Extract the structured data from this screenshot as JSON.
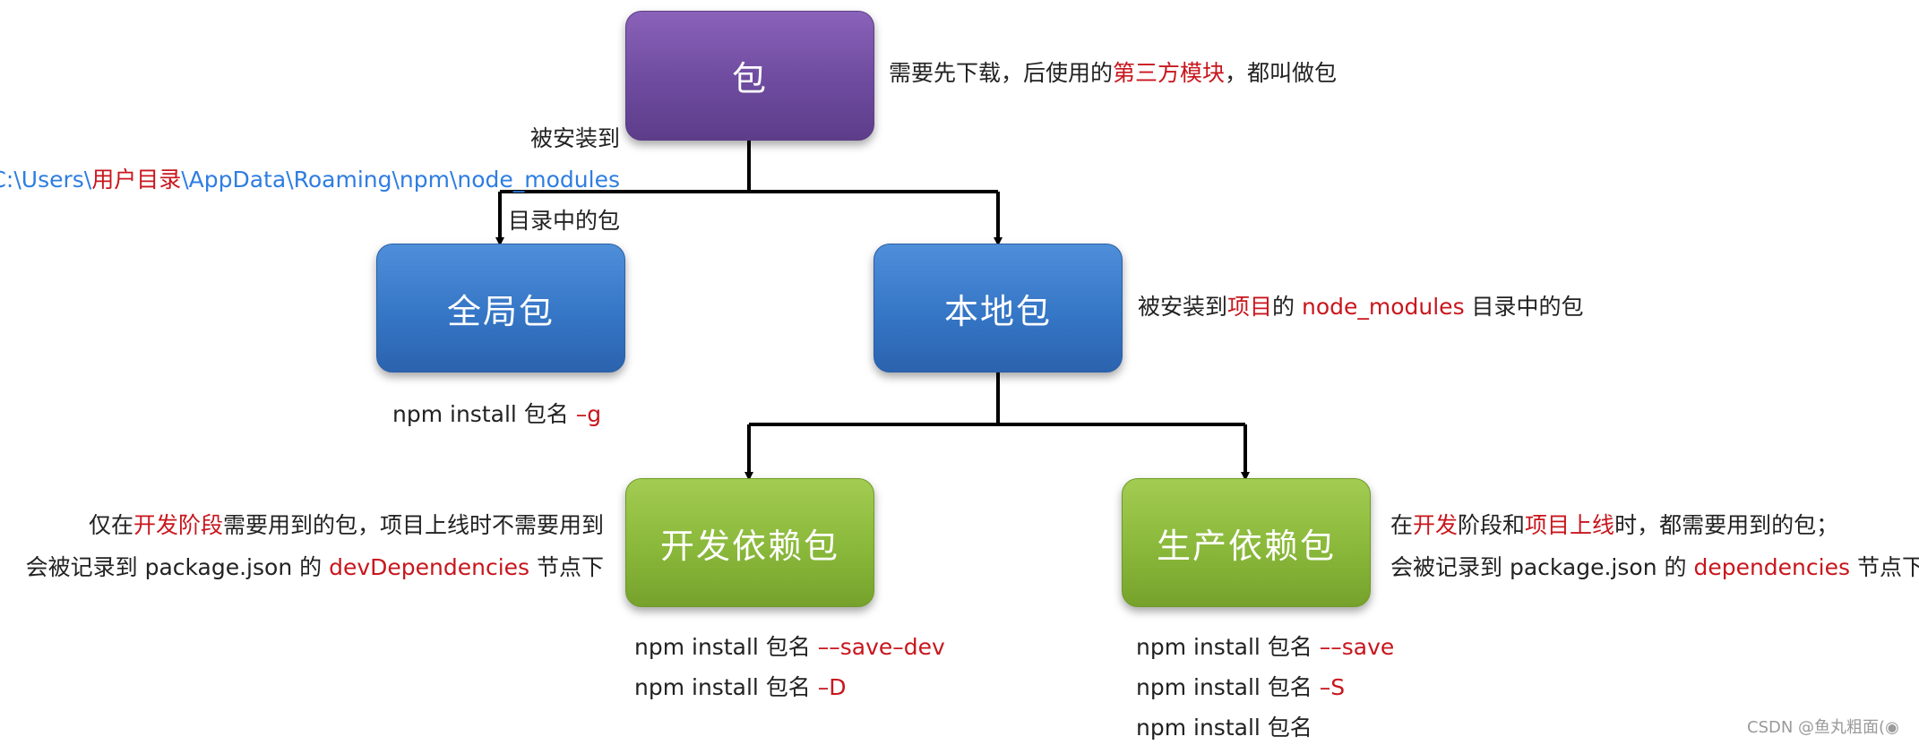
{
  "nodes": {
    "package": "包",
    "global": "全局包",
    "local": "本地包",
    "dev": "开发依赖包",
    "prod": "生产依赖包"
  },
  "notes": {
    "package_desc": {
      "a": "需要先下载，后使用的",
      "b": "第三方模块",
      "c": "，都叫做包"
    },
    "global_install_label": "被安装到",
    "global_path": {
      "a": "C:\\Users\\",
      "b": "用户目录",
      "c": "\\AppData\\Roaming\\npm\\node_modules"
    },
    "global_path_suffix": "目录中的包",
    "global_cmd": {
      "a": "npm install 包名 ",
      "b": "–g"
    },
    "local_desc": {
      "a": "被安装到",
      "b": "项目",
      "c": "的 ",
      "d": "node_modules",
      "e": " 目录中的包"
    },
    "dev_desc1": {
      "a": "仅在",
      "b": "开发阶段",
      "c": "需要用到的包，项目上线时不需要用到"
    },
    "dev_desc2": {
      "a": "会被记录到 package.json 的 ",
      "b": "devDependencies",
      "c": " 节点下"
    },
    "dev_cmd1": {
      "a": "npm install 包名 ",
      "b": "––save–dev"
    },
    "dev_cmd2": {
      "a": "npm install 包名 ",
      "b": "–D"
    },
    "prod_desc1": {
      "a": "在",
      "b": "开发",
      "c": "阶段和",
      "d": "项目上线",
      "e": "时，都需要用到的包；"
    },
    "prod_desc2": {
      "a": "会被记录到 package.json 的 ",
      "b": "dependencies",
      "c": " 节点下"
    },
    "prod_cmd1": {
      "a": "npm install 包名 ",
      "b": "––save"
    },
    "prod_cmd2": {
      "a": "npm install 包名 ",
      "b": "–S"
    },
    "prod_cmd3": "npm install 包名"
  },
  "watermark": "CSDN @鱼丸粗面(◉",
  "colors": {
    "purple": "#6e4b9f",
    "blue": "#3576c6",
    "green": "#8ab83a",
    "highlight_red": "#c8161d",
    "path_blue": "#2f7de1",
    "connector": "#000000"
  }
}
